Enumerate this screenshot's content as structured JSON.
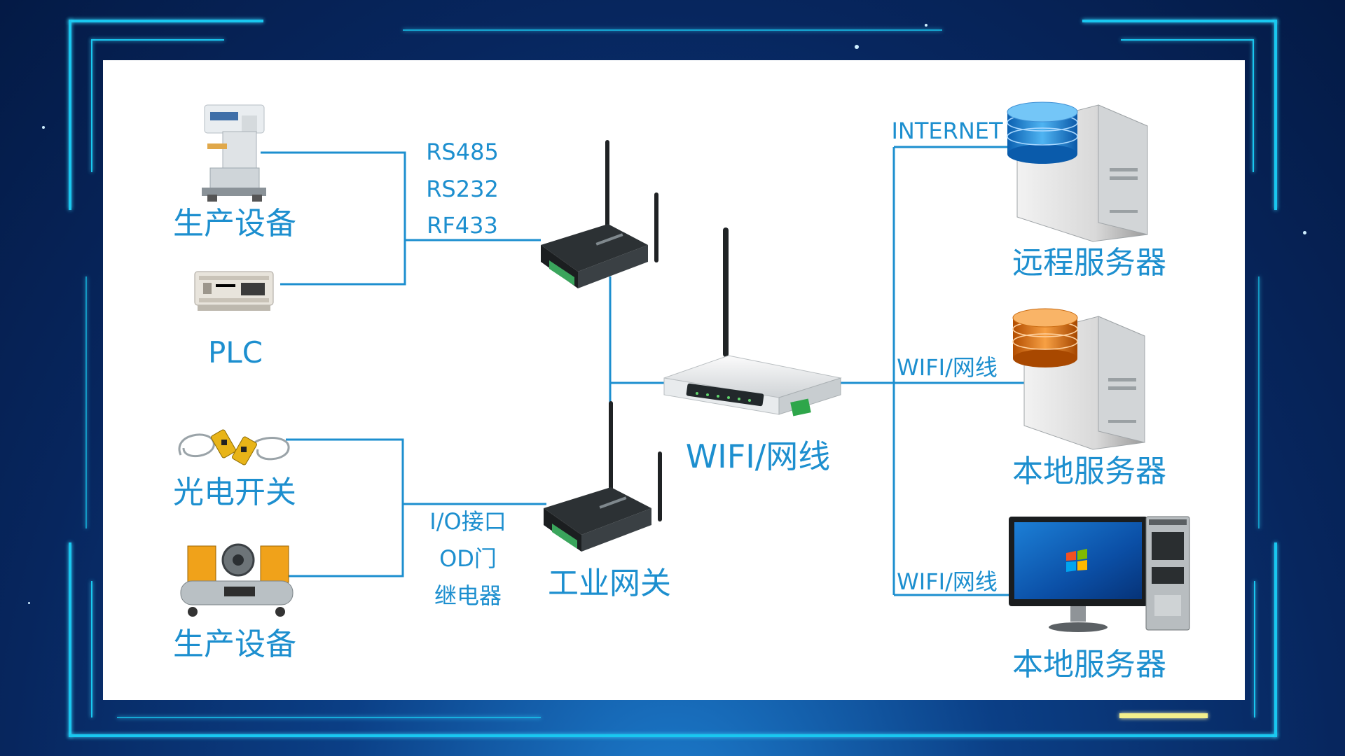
{
  "left_devices": {
    "production_equipment_top": "生产设备",
    "plc": "PLC",
    "photoelectric_switch": "光电开关",
    "production_equipment_bottom": "生产设备"
  },
  "protocols_top": [
    "RS485",
    "RS232",
    "RF433"
  ],
  "protocols_bottom": [
    "I/O接口",
    "OD门",
    "继电器"
  ],
  "gateway_label": "工业网关",
  "router_label": "WIFI/网线",
  "links": {
    "internet": "INTERNET",
    "wifi_cable_1": "WIFI/网线",
    "wifi_cable_2": "WIFI/网线"
  },
  "servers": {
    "remote": "远程服务器",
    "local_1": "本地服务器",
    "local_2": "本地服务器"
  },
  "colors": {
    "line": "#1d8fcf",
    "label": "#1d8fcf",
    "frame": "#19c8f0",
    "accent_yellow": "#f3ef8c"
  }
}
